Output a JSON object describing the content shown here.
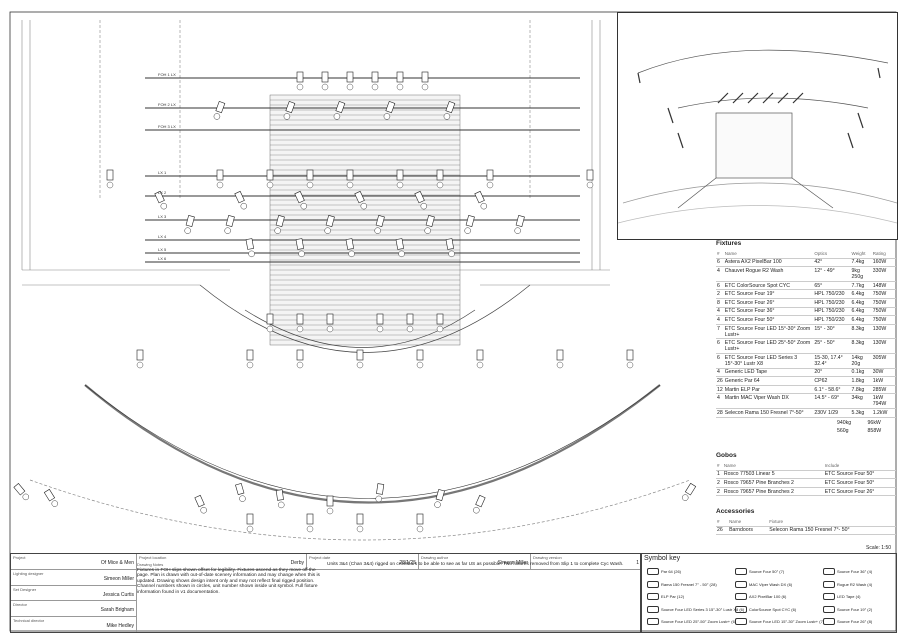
{
  "fixtures": {
    "title": "Fixtures",
    "headers": [
      "#",
      "Name",
      "Optics",
      "Weight",
      "Rating"
    ],
    "rows": [
      [
        "6",
        "Astera AX2 PixelBar 100",
        "42°",
        "7.4kg",
        "160W"
      ],
      [
        "4",
        "Chauvet Rogue R2 Wash",
        "12° - 49°",
        "9kg 250g",
        "330W"
      ],
      [
        "6",
        "ETC ColorSource Spot CYC",
        "65°",
        "7.7kg",
        "148W"
      ],
      [
        "2",
        "ETC Source Four 19°",
        "HPL 750/230",
        "6.4kg",
        "750W"
      ],
      [
        "8",
        "ETC Source Four 26°",
        "HPL 750/230",
        "6.4kg",
        "750W"
      ],
      [
        "4",
        "ETC Source Four 36°",
        "HPL 750/230",
        "6.4kg",
        "750W"
      ],
      [
        "4",
        "ETC Source Four 50°",
        "HPL 750/230",
        "6.4kg",
        "750W"
      ],
      [
        "7",
        "ETC Source Four LED 15°-30° Zoom Lustr+",
        "15° - 30°",
        "8.3kg",
        "130W"
      ],
      [
        "6",
        "ETC Source Four LED 25°-50° Zoom Lustr+",
        "25° - 50°",
        "8.3kg",
        "130W"
      ],
      [
        "6",
        "ETC Source Four LED Series 3 15°-30° Lustr X8",
        "15-30, 17.4° 32.4°",
        "14kg 20g",
        "305W"
      ],
      [
        "4",
        "Generic LED Tape",
        "20°",
        "0.1kg",
        "30W"
      ],
      [
        "26",
        "Generic Par 64",
        "CP62",
        "1.8kg",
        "1kW"
      ],
      [
        "12",
        "Martin ELP Par",
        "6.1° - 58.6°",
        "7.8kg",
        "285W"
      ],
      [
        "4",
        "Martin MAC Viper Wash DX",
        "14.5° - 69°",
        "34kg",
        "1kW 794W"
      ],
      [
        "28",
        "Selecon Rama 150 Fresnel 7°-50°",
        "230V 1/29",
        "5.3kg",
        "1.2kW"
      ]
    ],
    "totals": [
      [
        "940kg",
        "96kW"
      ],
      [
        "560g",
        "858W"
      ]
    ]
  },
  "gobos": {
    "title": "Gobos",
    "headers": [
      "#",
      "Name",
      "Include"
    ],
    "rows": [
      [
        "1",
        "Rosco 77503 Linear 5",
        "ETC Source Four 50°"
      ],
      [
        "2",
        "Rosco 79657 Pine Branches 2",
        "ETC Source Four 50°"
      ],
      [
        "2",
        "Rosco 79657 Pine Branches 2",
        "ETC Source Four 26°"
      ]
    ]
  },
  "accessories": {
    "title": "Accessories",
    "headers": [
      "#",
      "Name",
      "Fixture"
    ],
    "rows": [
      [
        "26",
        "Barndoors",
        "Selecon Rama 150 Fresnel 7°- 50°"
      ]
    ]
  },
  "scale": "Scale: 1:50",
  "titleblock": {
    "project_label": "Project",
    "project": "Of Mice & Men",
    "location_label": "Project location",
    "location": "Derby",
    "date_label": "Project date",
    "date": "28/1/25",
    "author_label": "Drawing author",
    "author": "Simeon Miller",
    "version_label": "Drawing version",
    "version": "1",
    "lighting_label": "Lighting designer",
    "lighting": "Simeon Miller",
    "set_label": "Set Designer",
    "set": "Jessica Curtis",
    "director_label": "Director",
    "director": "Sarah Brigham",
    "tech_label": "Technical director",
    "tech": "Mike Hedley",
    "notes_label": "Drawing Notes",
    "notes": "Fixtures in FOH slips shown offset for legibility. Fixtures ascend as they move off the page. Plan is drawn with out-of-date scenery information and may change when this is updated. Drawing shows design intent only and may not reflect final rigged position. Channel numbers shown in circles, unit number shown inside unit symbol. Full fixture information found in v1 documentation.",
    "notes2": "Units 3&4 (Chan 3&4) rigged on crossbars to be able to see as far US as possible. Two fixtures removed from Slip 1 to complete Cyc Wash."
  },
  "symbol_key": {
    "title": "Symbol key",
    "items": [
      "Par 64 (26)",
      "Source Four 50° (7)",
      "Source Four 36° (4)",
      "Rama 150 Fresnel 7° - 50° (28)",
      "MAC Viper Wash DX (6)",
      "Rogue R2 Wash (4)",
      "ELP Par (12)",
      "AX2 PixelBar 100 (6)",
      "LED Tape (4)",
      "Source Four LED Series 3 15°-30° Lustr X8 (6)",
      "ColorSource Spot CYC (6)",
      "Source Four 19° (2)",
      "Source Four LED 25°-50° Zoom Lustr+ (6)",
      "Source Four LED 15°-30° Zoom Lustr+ (7)",
      "Source Four 26° (8)"
    ]
  },
  "plan_labels": {
    "pipes": [
      "FOH 1 LX",
      "FOH 2 LX",
      "FOH 3 LX",
      "LX 1",
      "LX 2",
      "LX 3",
      "LX 4",
      "LX 5",
      "LX 6"
    ]
  }
}
